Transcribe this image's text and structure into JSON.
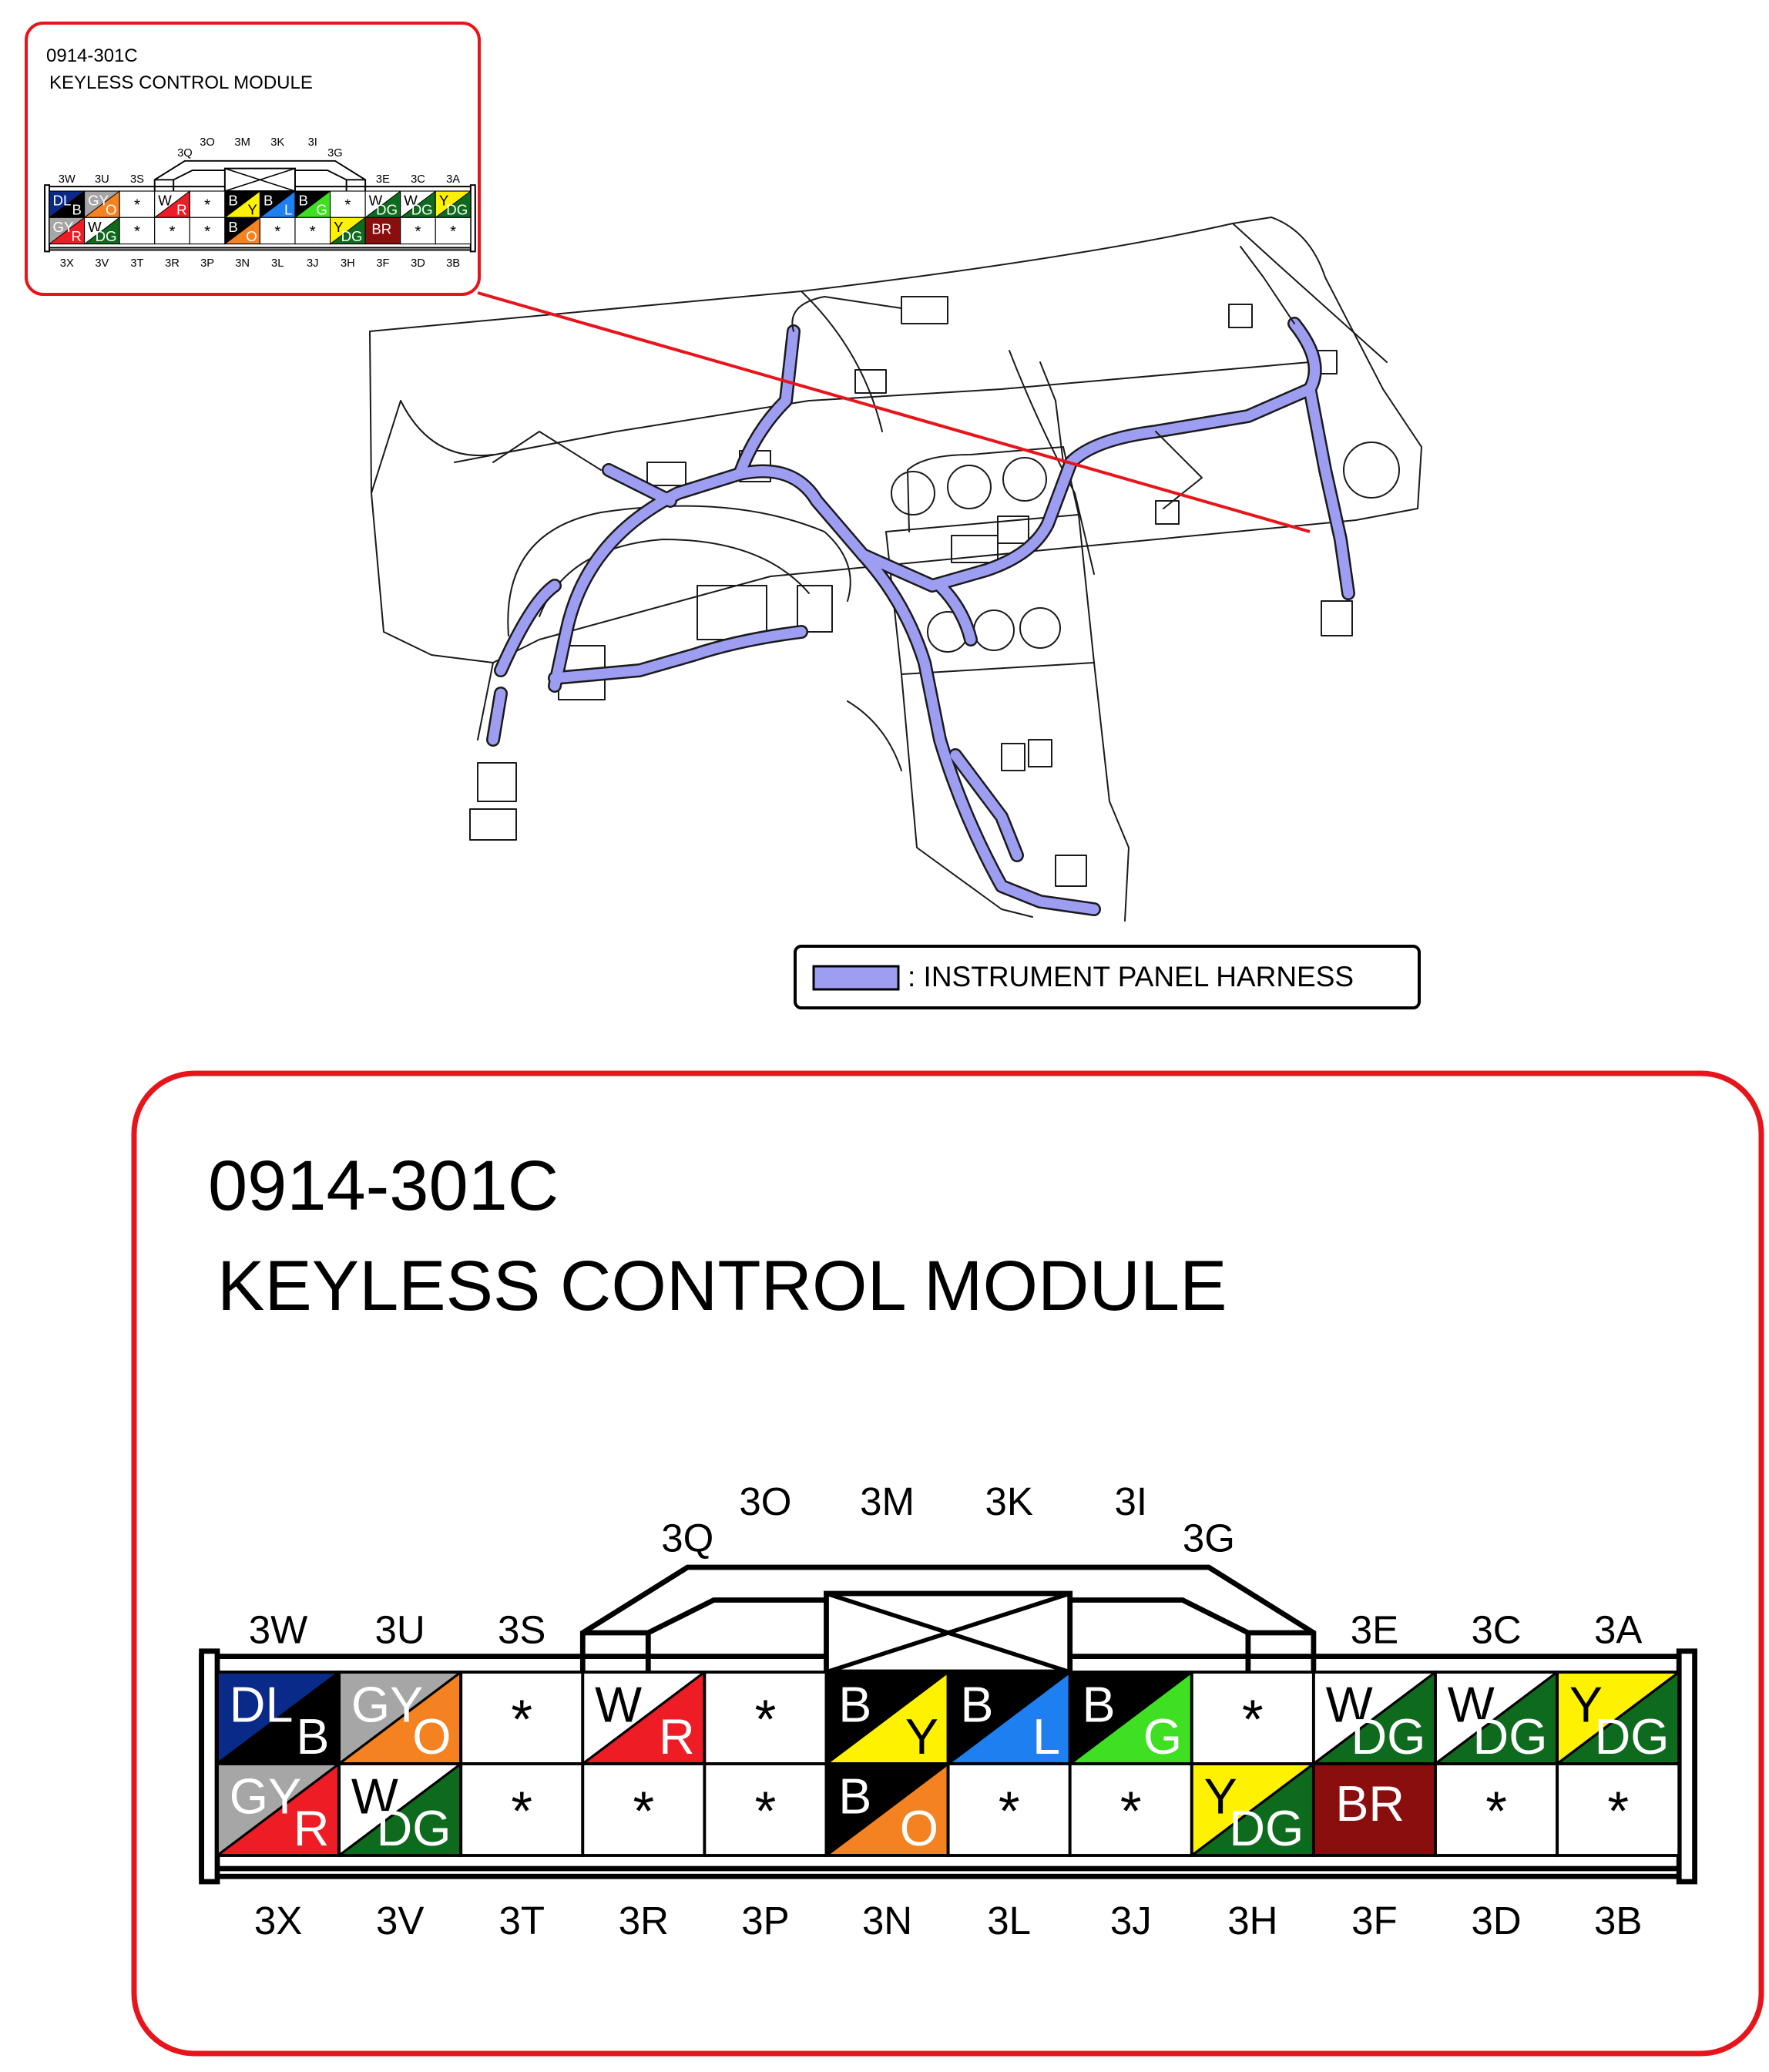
{
  "connector": {
    "part_number": "0914-301C",
    "name": "KEYLESS CONTROL MODULE"
  },
  "legend": {
    "label": ": INSTRUMENT PANEL HARNESS",
    "swatch_color": "#9d9df2"
  },
  "colors": {
    "B": "#000000",
    "DL": "#0a2a8a",
    "GY": "#a6a6a6",
    "O": "#f58220",
    "W": "#ffffff",
    "R": "#ee1c24",
    "Y": "#fff200",
    "L": "#1e7ff0",
    "G": "#3ee021",
    "DG": "#0e6b1e",
    "BR": "#8b0e0e",
    "accent_red": "#e8141b",
    "harness": "#9d9df2"
  },
  "tab_labels": [
    "3Q",
    "3O",
    "3M",
    "3K",
    "3I",
    "3G"
  ],
  "top_outer_labels": [
    "3W",
    "3U",
    "3S",
    "3E",
    "3C",
    "3A"
  ],
  "bottom_labels": [
    "3X",
    "3V",
    "3T",
    "3R",
    "3P",
    "3N",
    "3L",
    "3J",
    "3H",
    "3F",
    "3D",
    "3B"
  ],
  "top_row": [
    {
      "pin": "3W",
      "main": "DL",
      "stripe": "B"
    },
    {
      "pin": "3U",
      "main": "GY",
      "stripe": "O"
    },
    {
      "pin": "3S",
      "empty": "*"
    },
    {
      "pin": "3Q",
      "main": "W",
      "stripe": "R"
    },
    {
      "pin": "3O",
      "empty": "*"
    },
    {
      "pin": "3M",
      "main": "B",
      "stripe": "Y"
    },
    {
      "pin": "3K",
      "main": "B",
      "stripe": "L"
    },
    {
      "pin": "3I",
      "main": "B",
      "stripe": "G"
    },
    {
      "pin": "3G",
      "empty": "*"
    },
    {
      "pin": "3E",
      "main": "W",
      "stripe": "DG"
    },
    {
      "pin": "3C",
      "main": "W",
      "stripe": "DG"
    },
    {
      "pin": "3A",
      "main": "Y",
      "stripe": "DG"
    }
  ],
  "bottom_row": [
    {
      "pin": "3X",
      "main": "GY",
      "stripe": "R"
    },
    {
      "pin": "3V",
      "main": "W",
      "stripe": "DG"
    },
    {
      "pin": "3T",
      "empty": "*"
    },
    {
      "pin": "3R",
      "empty": "*"
    },
    {
      "pin": "3P",
      "empty": "*"
    },
    {
      "pin": "3N",
      "main": "B",
      "stripe": "O"
    },
    {
      "pin": "3L",
      "empty": "*"
    },
    {
      "pin": "3J",
      "empty": "*"
    },
    {
      "pin": "3H",
      "main": "Y",
      "stripe": "DG"
    },
    {
      "pin": "3F",
      "solid": "BR"
    },
    {
      "pin": "3D",
      "empty": "*"
    },
    {
      "pin": "3B",
      "empty": "*"
    }
  ]
}
